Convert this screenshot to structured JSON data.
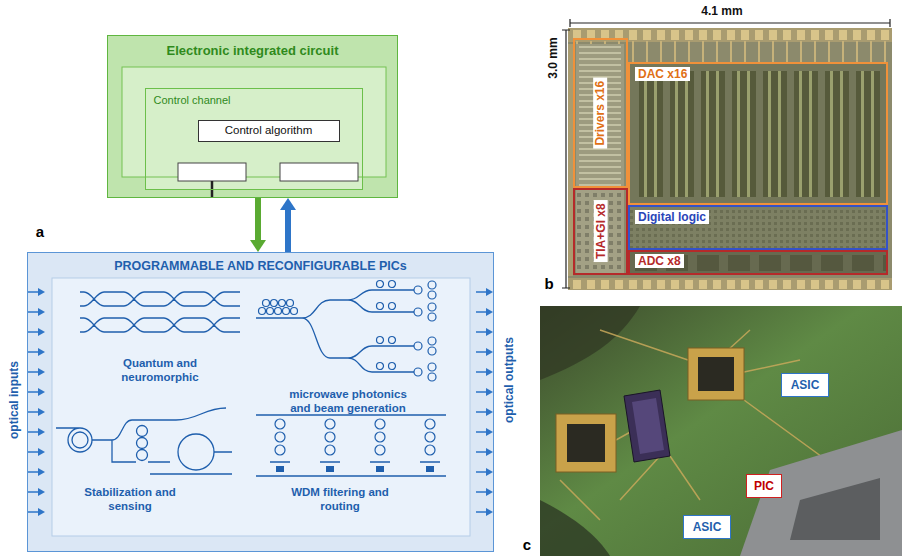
{
  "diagram": {
    "nodes": [
      {
        "text": [
          "Electronic integrated circuit"
        ]
      },
      {
        "text": [
          "Control channel"
        ],
        "in": 0
      },
      {
        "text": [
          "Control algorithm"
        ],
        "in": 1
      },
      {
        "text": [
          "PROGRAMMABLE AND RECONFIGURABLE PICs"
        ]
      },
      {
        "text": [
          "Drivers x16"
        ]
      },
      {
        "text": [
          "DAC x16"
        ]
      },
      {
        "text": [
          "TIA+GI x8"
        ]
      },
      {
        "text": [
          "Digital logic"
        ]
      },
      {
        "text": [
          "ADC x8"
        ]
      },
      {
        "text": [
          "ASIC"
        ]
      },
      {
        "text": [
          "PIC"
        ]
      },
      {
        "text": [
          "ASIC"
        ]
      }
    ],
    "edges": [
      {
        "from": 0,
        "to": 3,
        "arrow": "to"
      },
      {
        "from": 3,
        "to": 0,
        "arrow": "to"
      }
    ],
    "labels": [
      "a",
      "optical inputs",
      "optical outputs",
      "Quantum and neuromorphic",
      "microwave photonics and beam generation",
      "Stabilization and sensing",
      "WDM filtering and routing",
      "4.1 mm",
      "3.0 mm",
      "b",
      "c"
    ]
  }
}
